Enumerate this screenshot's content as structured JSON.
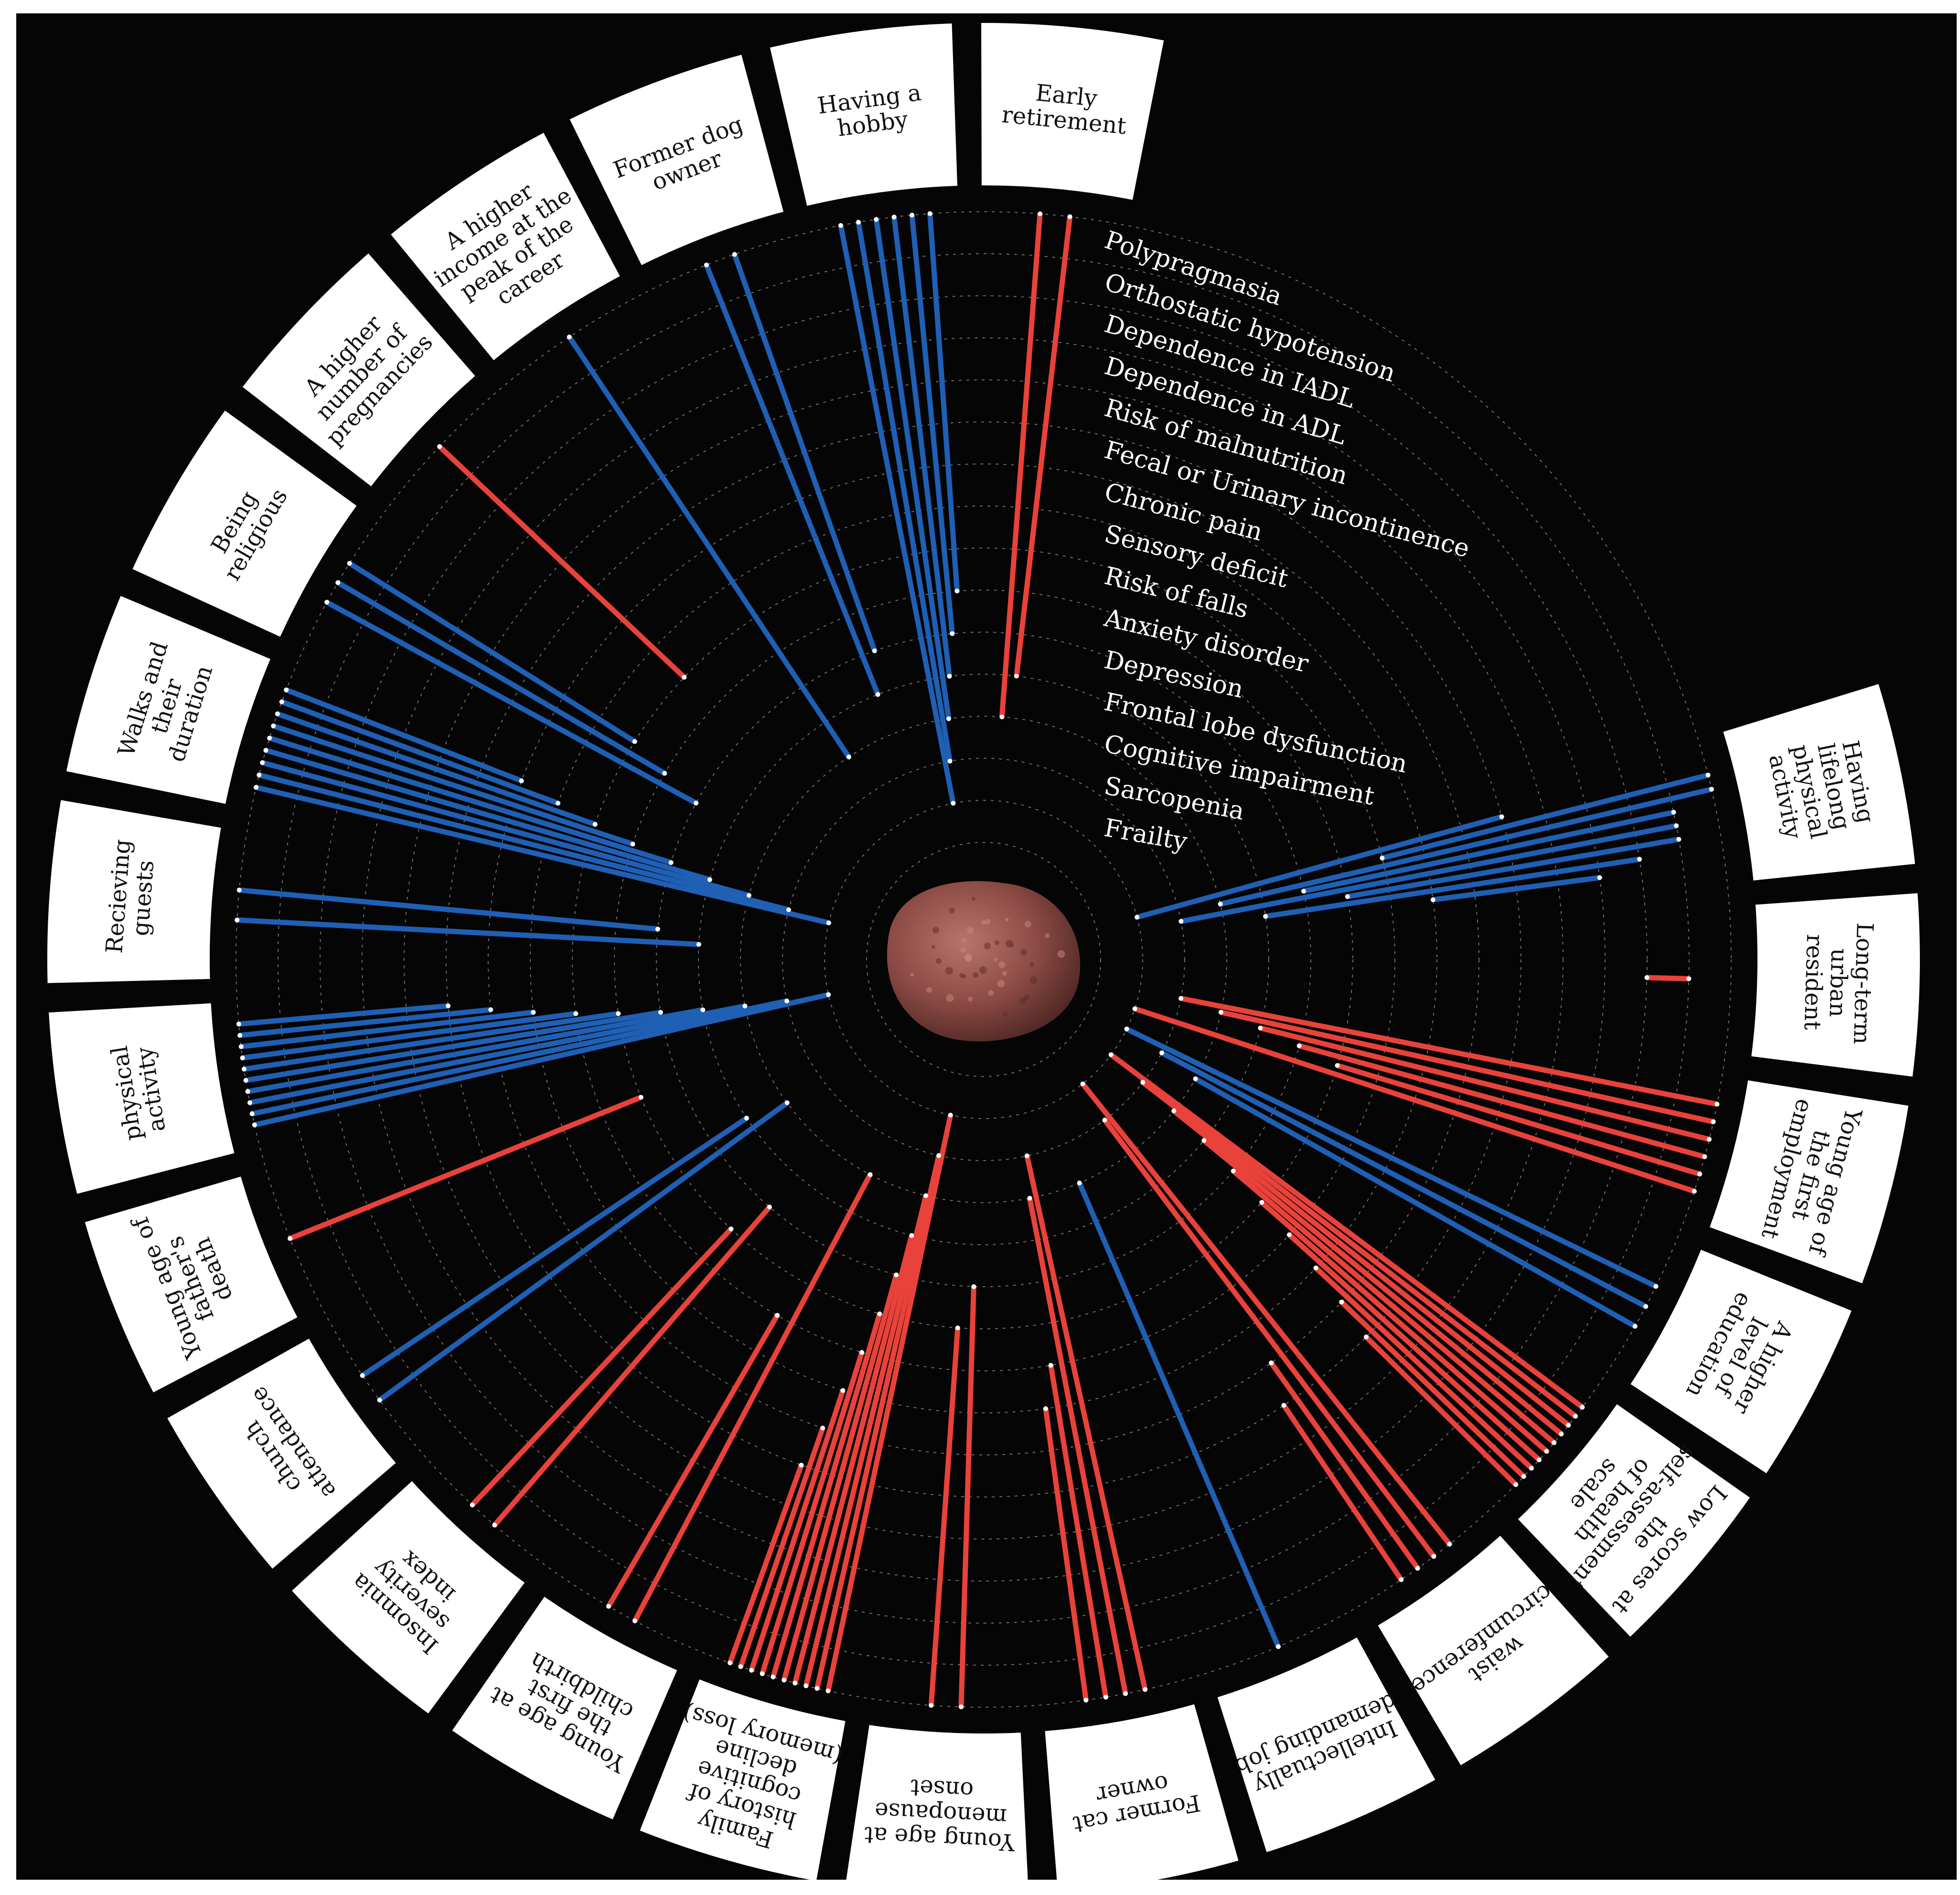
{
  "colors": {
    "background": "#050505",
    "positive_association": "#1f5fb4",
    "negative_association": "#e8423a",
    "label_box": "#ffffff",
    "ring_grid": "#9a9a9a",
    "center_stone": "#8b4a44"
  },
  "center_icon": "brain-stone-icon",
  "chart_data": {
    "type": "radial-bar",
    "grid": true,
    "outcomes": [
      "Frailty",
      "Sarcopenia",
      "Cognitive impairment",
      "Frontal lobe dysfunction",
      "Depression",
      "Anxiety disorder",
      "Risk of falls",
      "Sensory deficit",
      "Chronic pain",
      "Fecal or Urinary incontinence",
      "Risk of malnutrition",
      "Dependence in ADL",
      "Dependence in IADL",
      "Orthostatic hypotension",
      "Polypragmasia"
    ],
    "factors": [
      {
        "label": "Having lifelong physical activity",
        "color": "blue",
        "bars": [
          [
            1,
            10
          ],
          [
            7,
            15
          ],
          [
            3,
            15
          ],
          [
            5,
            14
          ],
          [
            2,
            14
          ],
          [
            6,
            14
          ],
          [
            4,
            13
          ],
          [
            8,
            12
          ]
        ]
      },
      {
        "label": "Long-term urban resident",
        "color": "red",
        "bars": [
          [
            13,
            14
          ]
        ]
      },
      {
        "label": "Young age of the first employment",
        "color": "red",
        "bars": [
          [
            2,
            15
          ],
          [
            3,
            15
          ],
          [
            4,
            15
          ],
          [
            5,
            15
          ],
          [
            6,
            15
          ],
          [
            1,
            15
          ]
        ]
      },
      {
        "label": "A higher level of education",
        "color": "blue",
        "bars": [
          [
            1,
            15
          ],
          [
            2,
            15
          ],
          [
            3,
            15
          ]
        ]
      },
      {
        "label": "Low scores at the self-assessment of health scale",
        "color": "red",
        "bars": [
          [
            1,
            15
          ],
          [
            2,
            15
          ],
          [
            3,
            15
          ],
          [
            4,
            15
          ],
          [
            5,
            15
          ],
          [
            6,
            15
          ],
          [
            7,
            15
          ],
          [
            8,
            15
          ],
          [
            9,
            15
          ],
          [
            10,
            15
          ]
        ]
      },
      {
        "label": "waist circumference",
        "color": "red",
        "bars": [
          [
            1,
            15
          ],
          [
            2,
            15
          ],
          [
            9,
            15
          ],
          [
            10,
            15
          ]
        ]
      },
      {
        "label": "Intellectually demanding job",
        "color": "blue",
        "bars": [
          [
            3,
            15
          ]
        ]
      },
      {
        "label": "Former cat owner",
        "color": "red",
        "bars": [
          [
            2,
            15
          ],
          [
            3,
            15
          ],
          [
            7,
            15
          ],
          [
            8,
            15
          ]
        ]
      },
      {
        "label": "Young age at menopause onset",
        "color": "red",
        "bars": [
          [
            5,
            15
          ],
          [
            6,
            15
          ]
        ]
      },
      {
        "label": "Family history of cognitive decline (memory loss)",
        "color": "red",
        "bars": [
          [
            1,
            15
          ],
          [
            2,
            15
          ],
          [
            3,
            15
          ],
          [
            4,
            15
          ],
          [
            5,
            15
          ],
          [
            6,
            15
          ],
          [
            7,
            15
          ],
          [
            8,
            15
          ],
          [
            9,
            15
          ],
          [
            10,
            15
          ]
        ]
      },
      {
        "label": "Young age at the first childbirth",
        "color": "red",
        "bars": [
          [
            3,
            15
          ],
          [
            7,
            15
          ]
        ]
      },
      {
        "label": "Insomnia severity index",
        "color": "red",
        "bars": [
          [
            5,
            15
          ],
          [
            6,
            15
          ]
        ]
      },
      {
        "label": "church attendance",
        "color": "blue",
        "bars": [
          [
            3,
            15
          ],
          [
            4,
            15
          ]
        ]
      },
      {
        "label": "Young age of father's death",
        "color": "red",
        "bars": [
          [
            6,
            15
          ]
        ]
      },
      {
        "label": "physical activity",
        "color": "blue",
        "bars": [
          [
            1,
            15
          ],
          [
            2,
            15
          ],
          [
            3,
            15
          ],
          [
            4,
            15
          ],
          [
            5,
            15
          ],
          [
            6,
            15
          ],
          [
            7,
            15
          ],
          [
            8,
            15
          ],
          [
            9,
            15
          ],
          [
            10,
            15
          ]
        ]
      },
      {
        "label": "Recieving guests",
        "color": "blue",
        "bars": [
          [
            4,
            15
          ],
          [
            5,
            15
          ]
        ]
      },
      {
        "label": "Walks and their duration",
        "color": "blue",
        "bars": [
          [
            1,
            15
          ],
          [
            2,
            15
          ],
          [
            3,
            15
          ],
          [
            4,
            15
          ],
          [
            5,
            15
          ],
          [
            6,
            15
          ],
          [
            7,
            15
          ],
          [
            8,
            15
          ],
          [
            9,
            15
          ]
        ]
      },
      {
        "label": "Being religious",
        "color": "blue",
        "bars": [
          [
            5,
            15
          ],
          [
            6,
            15
          ],
          [
            7,
            15
          ]
        ]
      },
      {
        "label": "A higher number of pregnancies",
        "color": "red",
        "bars": [
          [
            7,
            15
          ]
        ]
      },
      {
        "label": "A higher income at the peak of the career",
        "color": "blue",
        "bars": [
          [
            3,
            15
          ]
        ]
      },
      {
        "label": "Former dog owner",
        "color": "blue",
        "bars": [
          [
            4,
            15
          ],
          [
            5,
            15
          ]
        ]
      },
      {
        "label": "Having a hobby",
        "color": "blue",
        "bars": [
          [
            1,
            15
          ],
          [
            2,
            15
          ],
          [
            3,
            15
          ],
          [
            4,
            15
          ],
          [
            5,
            15
          ],
          [
            6,
            15
          ]
        ]
      },
      {
        "label": "Early retirement",
        "color": "red",
        "bars": [
          [
            3,
            15
          ],
          [
            4,
            15
          ]
        ]
      }
    ]
  }
}
